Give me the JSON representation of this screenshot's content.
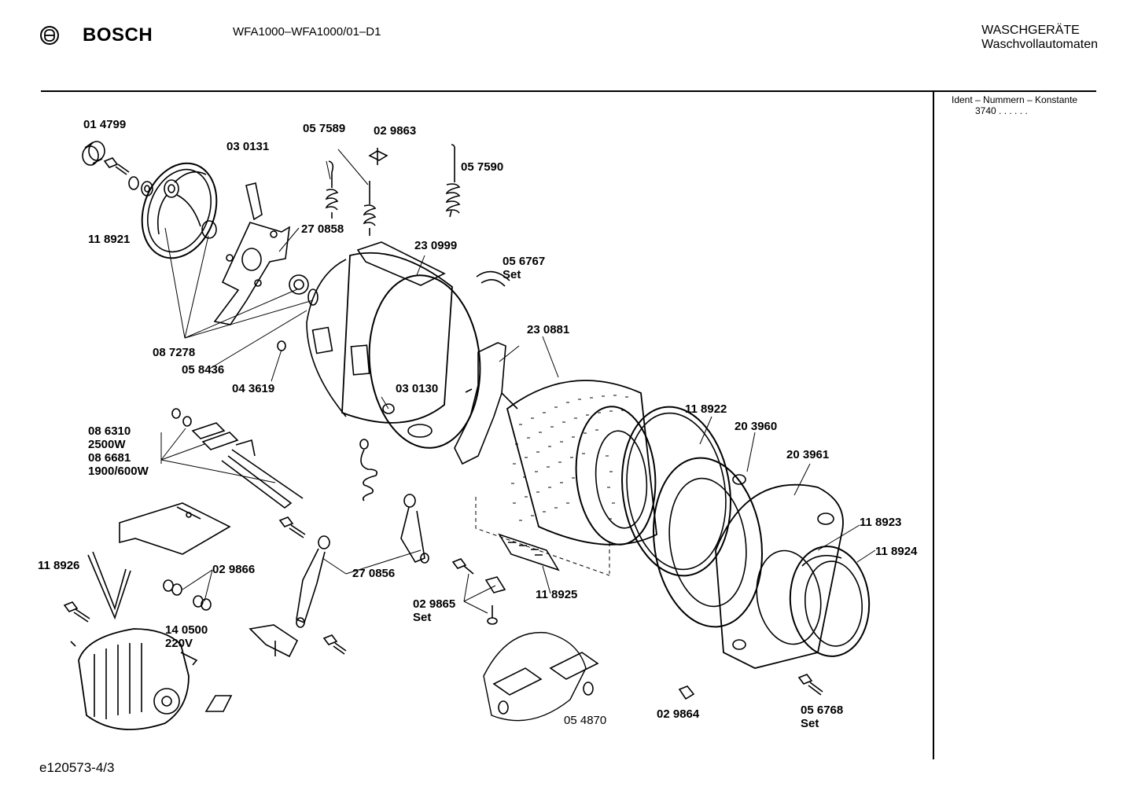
{
  "header": {
    "brand": "BOSCH",
    "model": "WFA1000–WFA1000/01–D1",
    "category_line1": "WASCHGERÄTE",
    "category_line2": "Waschvollautomaten",
    "ident_label": "Ident – Nummern – Konstante",
    "ident_value": "3740  .   .   .   .   .   ."
  },
  "footer": {
    "doc_id": "e120573-4/3"
  },
  "parts": [
    {
      "id": "p1",
      "l1": "01 4799"
    },
    {
      "id": "p2",
      "l1": "03 0131"
    },
    {
      "id": "p3",
      "l1": "05 7589"
    },
    {
      "id": "p4",
      "l1": "02 9863"
    },
    {
      "id": "p5",
      "l1": "05 7590"
    },
    {
      "id": "p6",
      "l1": "11 8921"
    },
    {
      "id": "p7",
      "l1": "27 0858"
    },
    {
      "id": "p8",
      "l1": "23 0999"
    },
    {
      "id": "p9",
      "l1": "05 6767",
      "l2": "Set"
    },
    {
      "id": "p10",
      "l1": "08 7278"
    },
    {
      "id": "p11",
      "l1": "05 8436"
    },
    {
      "id": "p12",
      "l1": "04 3619"
    },
    {
      "id": "p13",
      "l1": "03 0130"
    },
    {
      "id": "p14",
      "l1": "23 0881"
    },
    {
      "id": "p15",
      "l1": "08 6310",
      "l2": "2500W",
      "l3": "08 6681",
      "l4": "1900/600W"
    },
    {
      "id": "p16",
      "l1": "11 8922"
    },
    {
      "id": "p17",
      "l1": "20 3960"
    },
    {
      "id": "p18",
      "l1": "20 3961"
    },
    {
      "id": "p19",
      "l1": "11 8923"
    },
    {
      "id": "p20",
      "l1": "11 8924"
    },
    {
      "id": "p21",
      "l1": "11 8926"
    },
    {
      "id": "p22",
      "l1": "02 9866"
    },
    {
      "id": "p23",
      "l1": "27 0856"
    },
    {
      "id": "p24",
      "l1": "11 8925"
    },
    {
      "id": "p25",
      "l1": "02 9865",
      "l2": "Set"
    },
    {
      "id": "p26",
      "l1": "14 0500",
      "l2": "220V"
    },
    {
      "id": "p27",
      "l1": "05 4870"
    },
    {
      "id": "p28",
      "l1": "02 9864"
    },
    {
      "id": "p29",
      "l1": "05 6768",
      "l2": "Set"
    }
  ]
}
